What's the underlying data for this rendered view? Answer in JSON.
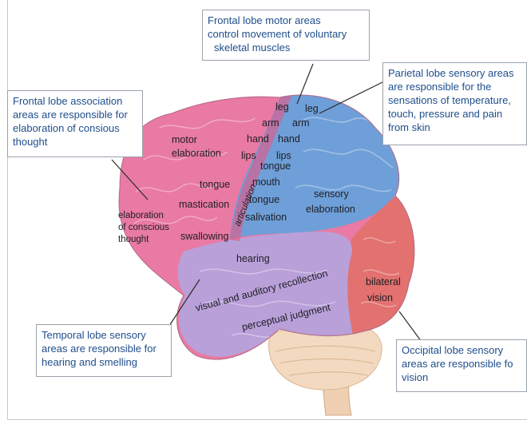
{
  "callouts": {
    "frontal_motor": [
      "Frontal lobe motor areas",
      "control movement of voluntary",
      "skeletal muscles"
    ],
    "parietal_sensory": [
      "Parietal lobe sensory areas",
      "are responsible for the",
      "sensations of temperature,",
      "touch, pressure and pain",
      "from skin"
    ],
    "frontal_association": [
      "Frontal lobe association",
      "areas are responsible for",
      "elaboration of consious",
      "thought"
    ],
    "temporal_sensory": [
      "Temporal lobe sensory",
      "areas are responsible for",
      "hearing and smelling"
    ],
    "occipital_sensory": [
      "Occipital lobe sensory",
      "areas are responsible fo",
      "vision"
    ]
  },
  "region_labels": {
    "motor_leg": "leg",
    "motor_arm": "arm",
    "motor_hand": "hand",
    "motor_lips": "lips",
    "motor_elaboration": [
      "motor",
      "elaboration"
    ],
    "motor_tongue": "tongue",
    "mastication": "mastication",
    "swallowing": "swallowing",
    "articulation": "articulation",
    "elaboration_thought": [
      "elaboration",
      "of conscious",
      "thought"
    ],
    "sensory_leg": "leg",
    "sensory_arm": "arm",
    "sensory_hand": "hand",
    "sensory_lips": "lips",
    "sensory_tongue": "tongue",
    "mouth": "mouth",
    "sensory_tongue_2": "tongue",
    "salivation": "salivation",
    "sensory_elaboration": [
      "sensory",
      "elaboration"
    ],
    "hearing": "hearing",
    "visual_auditory": "visual and auditory recollection",
    "perceptual_judgment": "perceptual judgment",
    "bilateral_vision": [
      "bilateral",
      "vision"
    ]
  },
  "colors": {
    "frontal": "#e97aa3",
    "parietal": "#6f9fd8",
    "temporal": "#b9a0d9",
    "occipital": "#e2716f",
    "cerebellum": "#f3d9c0",
    "brainstem": "#efd0b2",
    "callout_text": "#1f4e8c",
    "callout_border": "#9aa3ad"
  }
}
